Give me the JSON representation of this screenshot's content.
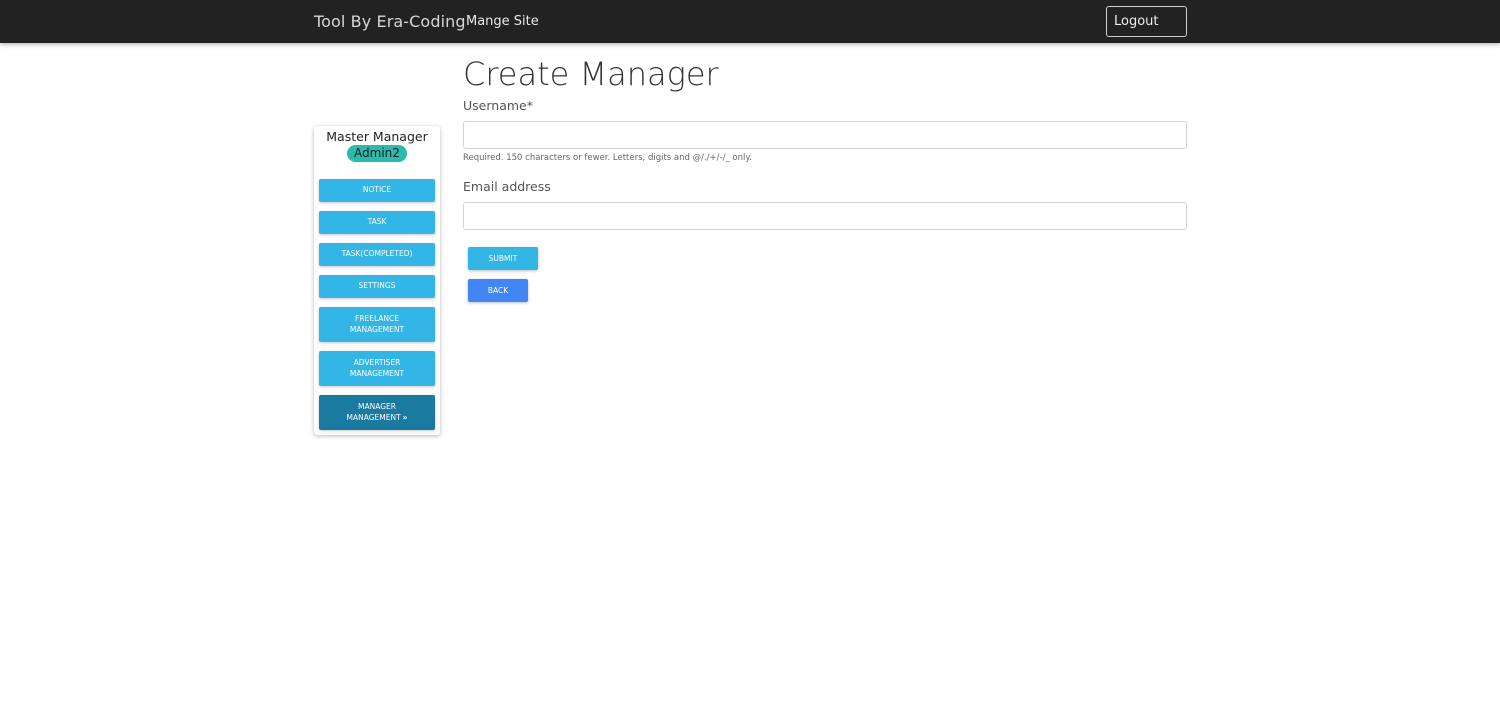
{
  "navbar": {
    "brand": "Tool By Era-Coding",
    "manage_site": "Mange Site",
    "logout": "Logout"
  },
  "sidebar": {
    "title": "Master Manager",
    "role_badge": "Admin2",
    "items": [
      {
        "label": "NOTICE"
      },
      {
        "label": "TASK"
      },
      {
        "label": "TASK(COMPLETED)"
      },
      {
        "label": "SETTINGS"
      },
      {
        "label": "FREELANCE MANAGEMENT"
      },
      {
        "label": "ADVERTISER MANAGEMENT"
      },
      {
        "label": "MANAGER MANAGEMENT",
        "active": true
      }
    ]
  },
  "form": {
    "title": "Create Manager",
    "username_label": "Username*",
    "username_value": "",
    "username_help": "Required. 150 characters or fewer. Letters, digits and @/./+/-/_ only.",
    "email_label": "Email address",
    "email_value": "",
    "submit_label": "SUBMIT",
    "back_label": "BACK"
  },
  "colors": {
    "navbar": "#222222",
    "sidebar_button": "#33b5e5",
    "sidebar_button_active": "#1a7aa0",
    "badge": "#2bbbad",
    "back_button": "#4285f4"
  },
  "icons": {
    "active_indicator": "double-chevron-right-icon"
  }
}
